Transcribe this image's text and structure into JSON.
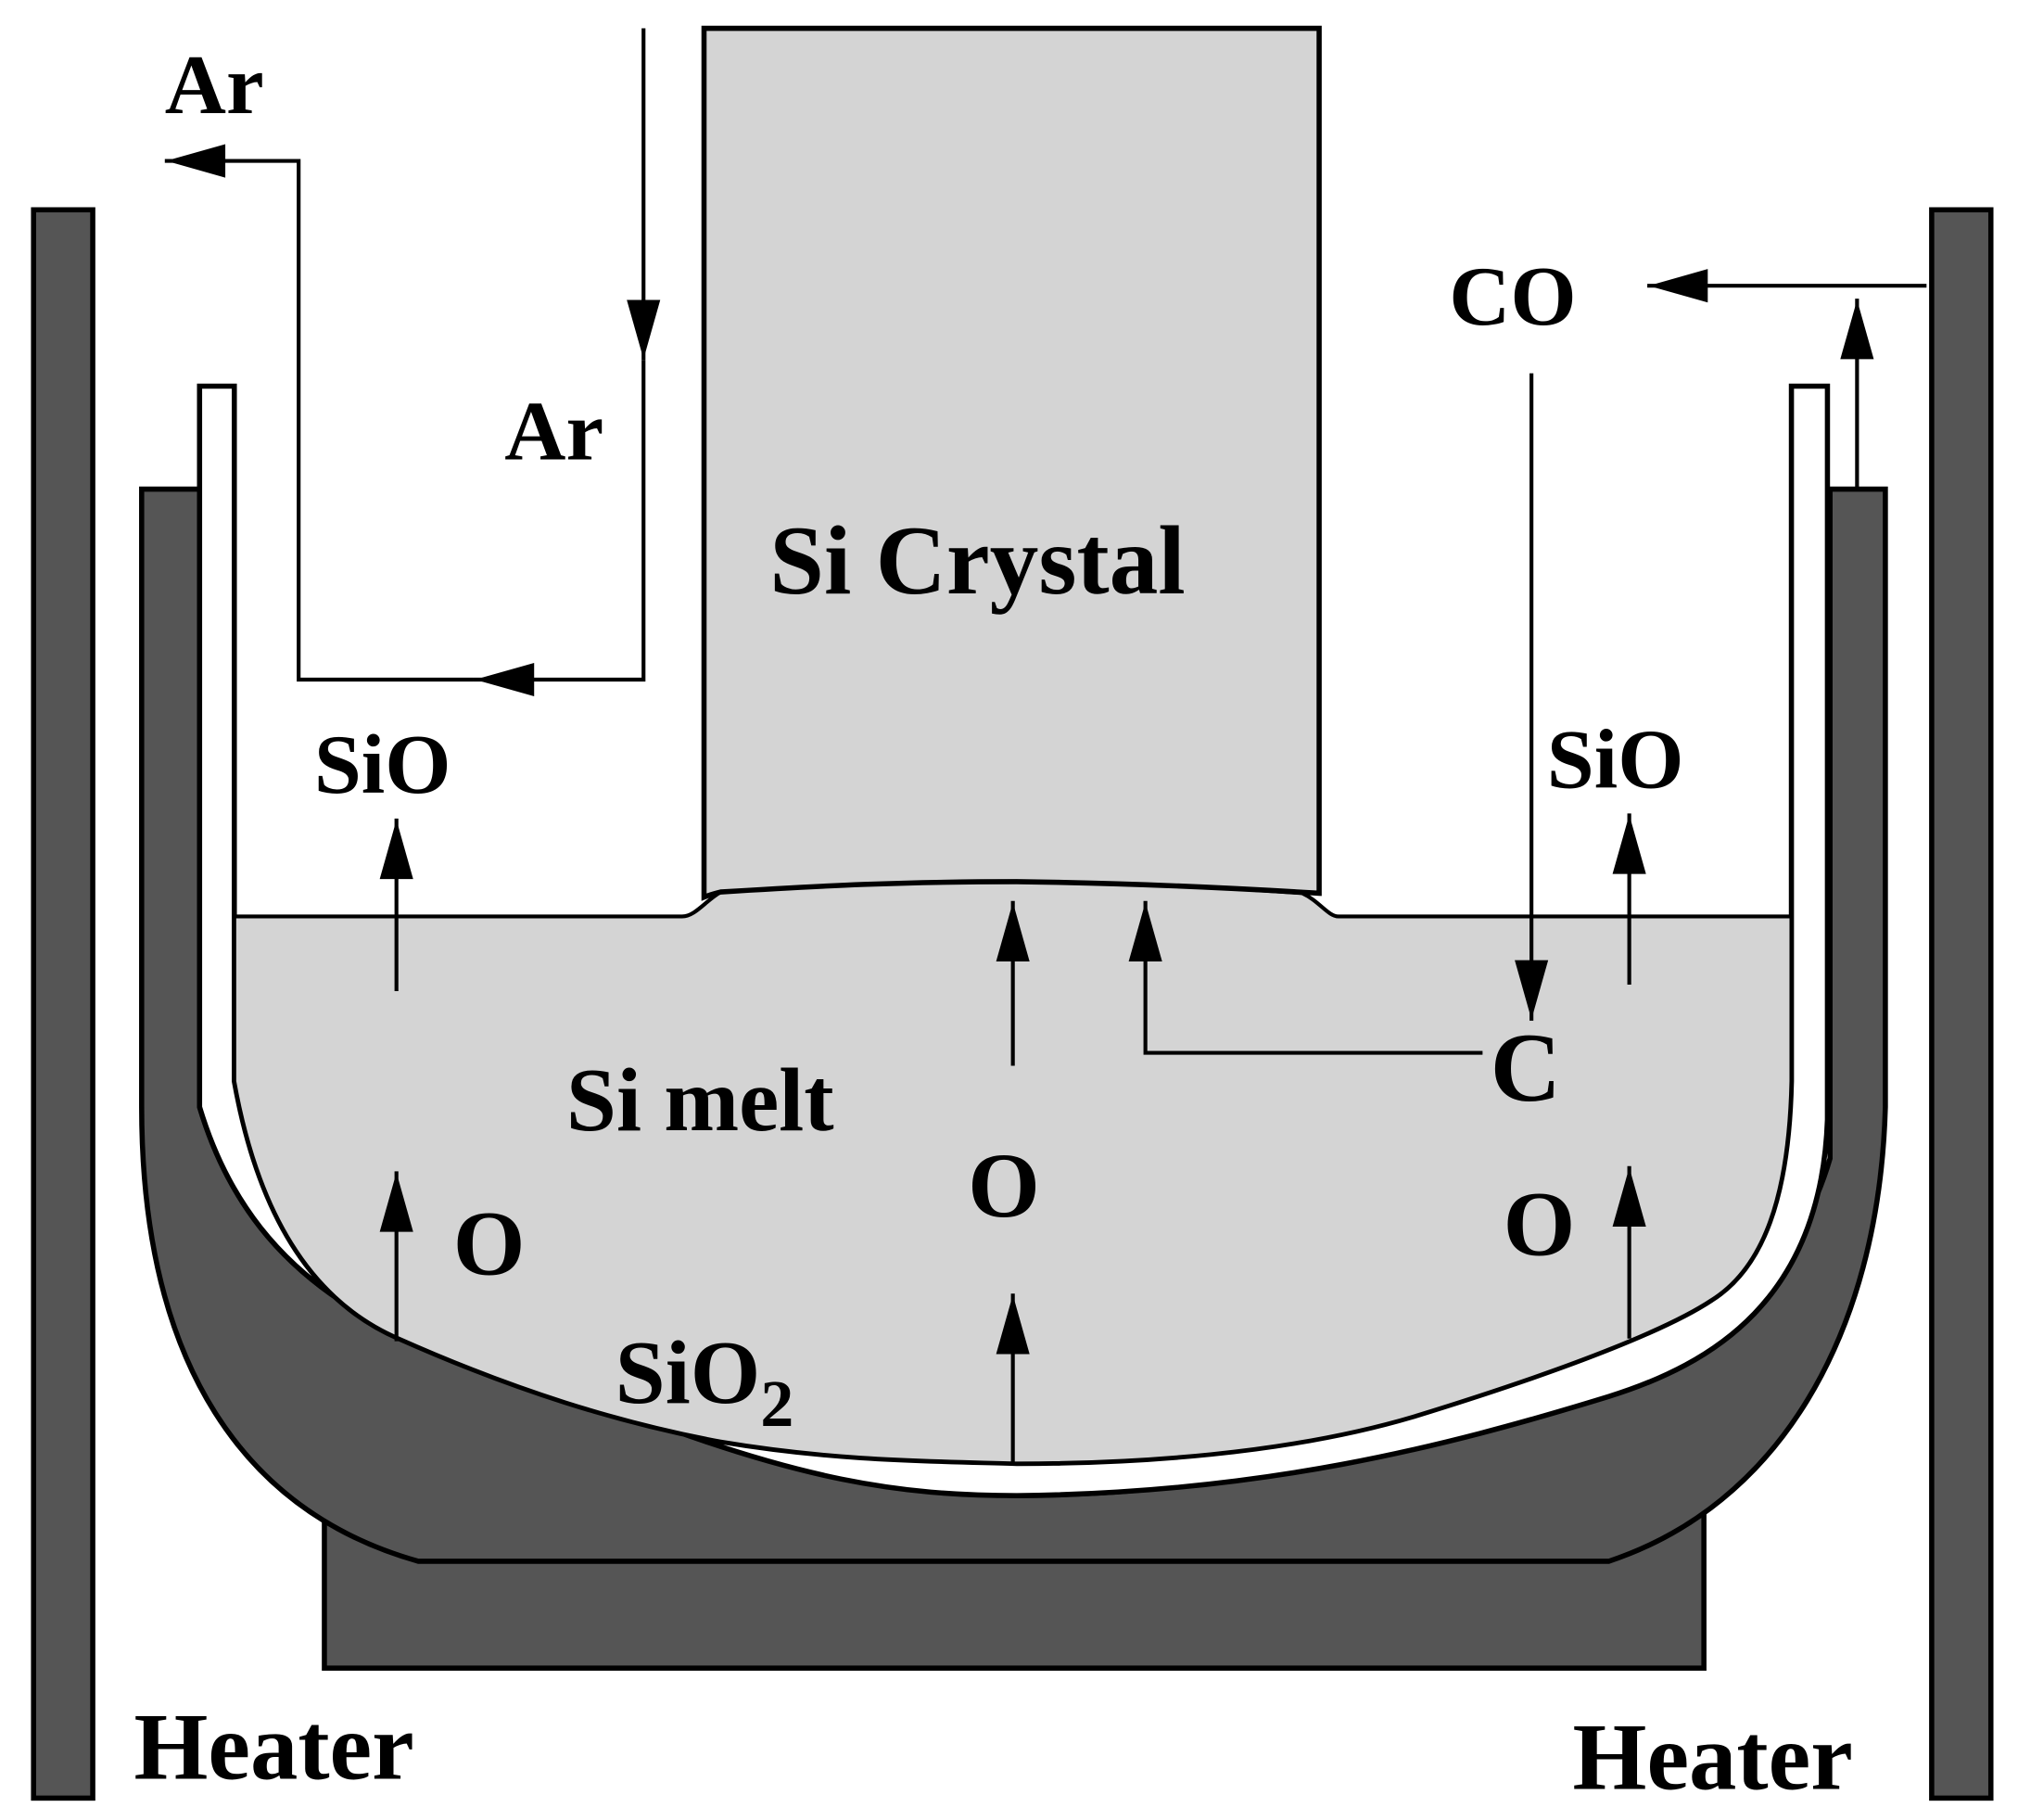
{
  "colors": {
    "background": "#ffffff",
    "graphite": "#555555",
    "silicon": "#d4d4d4",
    "quartz_liner": "#ffffff",
    "line": "#000000"
  },
  "labels": {
    "ar_out": "Ar",
    "ar_in": "Ar",
    "co": "CO",
    "si_crystal": "Si Crystal",
    "sio_left": "SiO",
    "sio_right": "SiO",
    "si_melt": "Si melt",
    "c": "C",
    "o_left": "O",
    "o_center": "O",
    "o_right": "O",
    "sio2_main": "SiO",
    "sio2_sub": "2",
    "heater_left": "Heater",
    "heater_right": "Heater"
  }
}
